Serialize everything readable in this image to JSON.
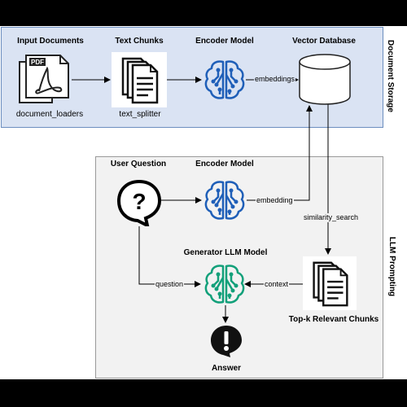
{
  "regions": {
    "document_storage": "Document Storage",
    "llm_prompting": "LLM Prompting"
  },
  "nodes": {
    "input_documents": {
      "title": "Input Documents",
      "caption": "document_loaders",
      "icon": "pdf-document-icon"
    },
    "text_chunks": {
      "title": "Text Chunks",
      "caption": "text_splitter",
      "icon": "documents-stack-icon"
    },
    "encoder_model_top": {
      "title": "Encoder Model",
      "icon": "brain-circuit-icon"
    },
    "vector_database": {
      "title": "Vector Database",
      "icon": "database-cylinder-icon"
    },
    "user_question": {
      "title": "User Question",
      "icon": "question-bubble-icon"
    },
    "encoder_model_bottom": {
      "title": "Encoder Model",
      "icon": "brain-circuit-icon"
    },
    "generator_llm": {
      "title": "Generator LLM Model",
      "icon": "brain-circuit-icon"
    },
    "top_k_chunks": {
      "title": "Top-k Relevant Chunks",
      "icon": "documents-stack-icon"
    },
    "answer": {
      "title": "Answer",
      "icon": "exclamation-bubble-icon"
    }
  },
  "edges": {
    "embeddings": "embeddings",
    "embedding": "embedding",
    "similarity_search": "similarity_search",
    "question": "question",
    "context": "context"
  },
  "colors": {
    "storage_fill": "#dae3f3",
    "storage_border": "#6c8ebf",
    "prompting_fill": "#f2f2f2",
    "encoder_blue": "#1f5fb8",
    "generator_teal": "#12a07a"
  }
}
